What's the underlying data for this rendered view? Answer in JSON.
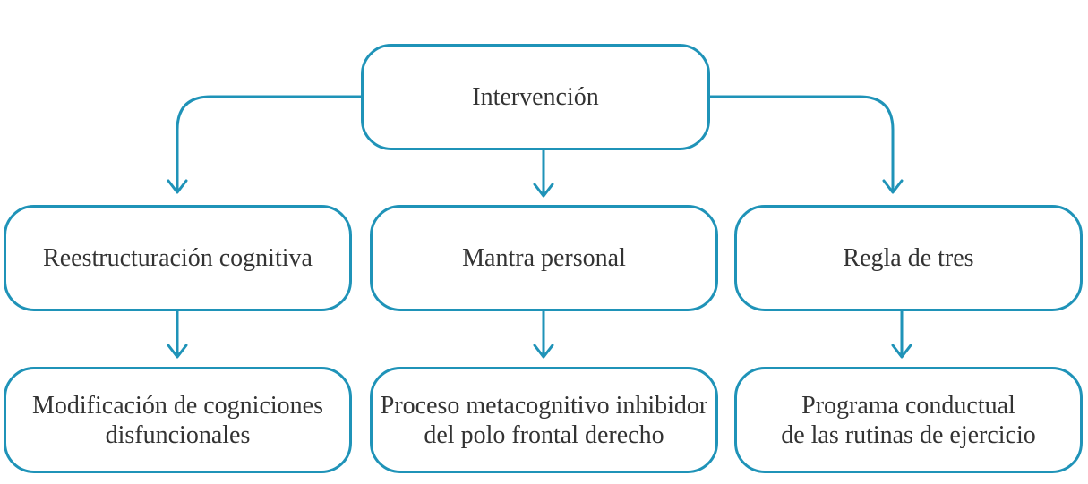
{
  "accent_color": "#1f93b8",
  "text_color": "#333333",
  "root": {
    "label": "Intervención"
  },
  "columns": [
    {
      "label": "Reestructuración cognitiva",
      "result_lines": [
        "Modificación de cogniciones",
        "disfuncionales"
      ]
    },
    {
      "label": "Mantra personal",
      "result_lines": [
        "Proceso metacognitivo inhibidor",
        "del polo frontal derecho"
      ]
    },
    {
      "label": "Regla de tres",
      "result_lines": [
        "Programa conductual",
        "de las rutinas de ejercicio"
      ]
    }
  ]
}
